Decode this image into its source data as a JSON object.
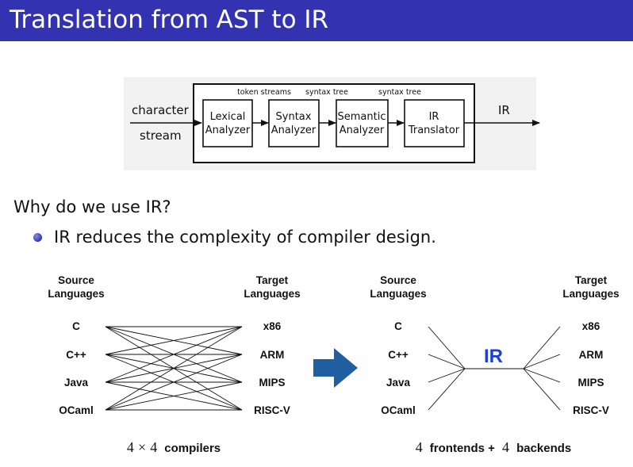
{
  "slide": {
    "title": "Translation from AST to IR",
    "question": "Why do we use IR?",
    "bullet": "IR reduces the complexity of compiler design.",
    "accent_color": "#3333b2"
  },
  "pipeline": {
    "input_label_1": "character",
    "input_label_2": "stream",
    "output_label": "IR",
    "stages": [
      {
        "line1": "Lexical",
        "line2": "Analyzer"
      },
      {
        "line1": "Syntax",
        "line2": "Analyzer"
      },
      {
        "line1": "Semantic",
        "line2": "Analyzer"
      },
      {
        "line1": "IR",
        "line2": "Translator"
      }
    ],
    "edge_labels": [
      "token streams",
      "syntax tree",
      "syntax tree"
    ]
  },
  "left_diagram": {
    "source_header_1": "Source",
    "source_header_2": "Languages",
    "target_header_1": "Target",
    "target_header_2": "Languages",
    "sources": [
      "C",
      "C++",
      "Java",
      "OCaml"
    ],
    "targets": [
      "x86",
      "ARM",
      "MIPS",
      "RISC-V"
    ],
    "caption_a": "4",
    "caption_times": "×",
    "caption_b": "4",
    "caption_text": "compilers"
  },
  "right_diagram": {
    "source_header_1": "Source",
    "source_header_2": "Languages",
    "target_header_1": "Target",
    "target_header_2": "Languages",
    "sources": [
      "C",
      "C++",
      "Java",
      "OCaml"
    ],
    "targets": [
      "x86",
      "ARM",
      "MIPS",
      "RISC-V"
    ],
    "center_label": "IR",
    "center_color": "#1f3fd6",
    "caption_a": "4",
    "caption_mid": "frontends +",
    "caption_b": "4",
    "caption_end": "backends"
  },
  "transition_arrow_color": "#1f5fa0"
}
